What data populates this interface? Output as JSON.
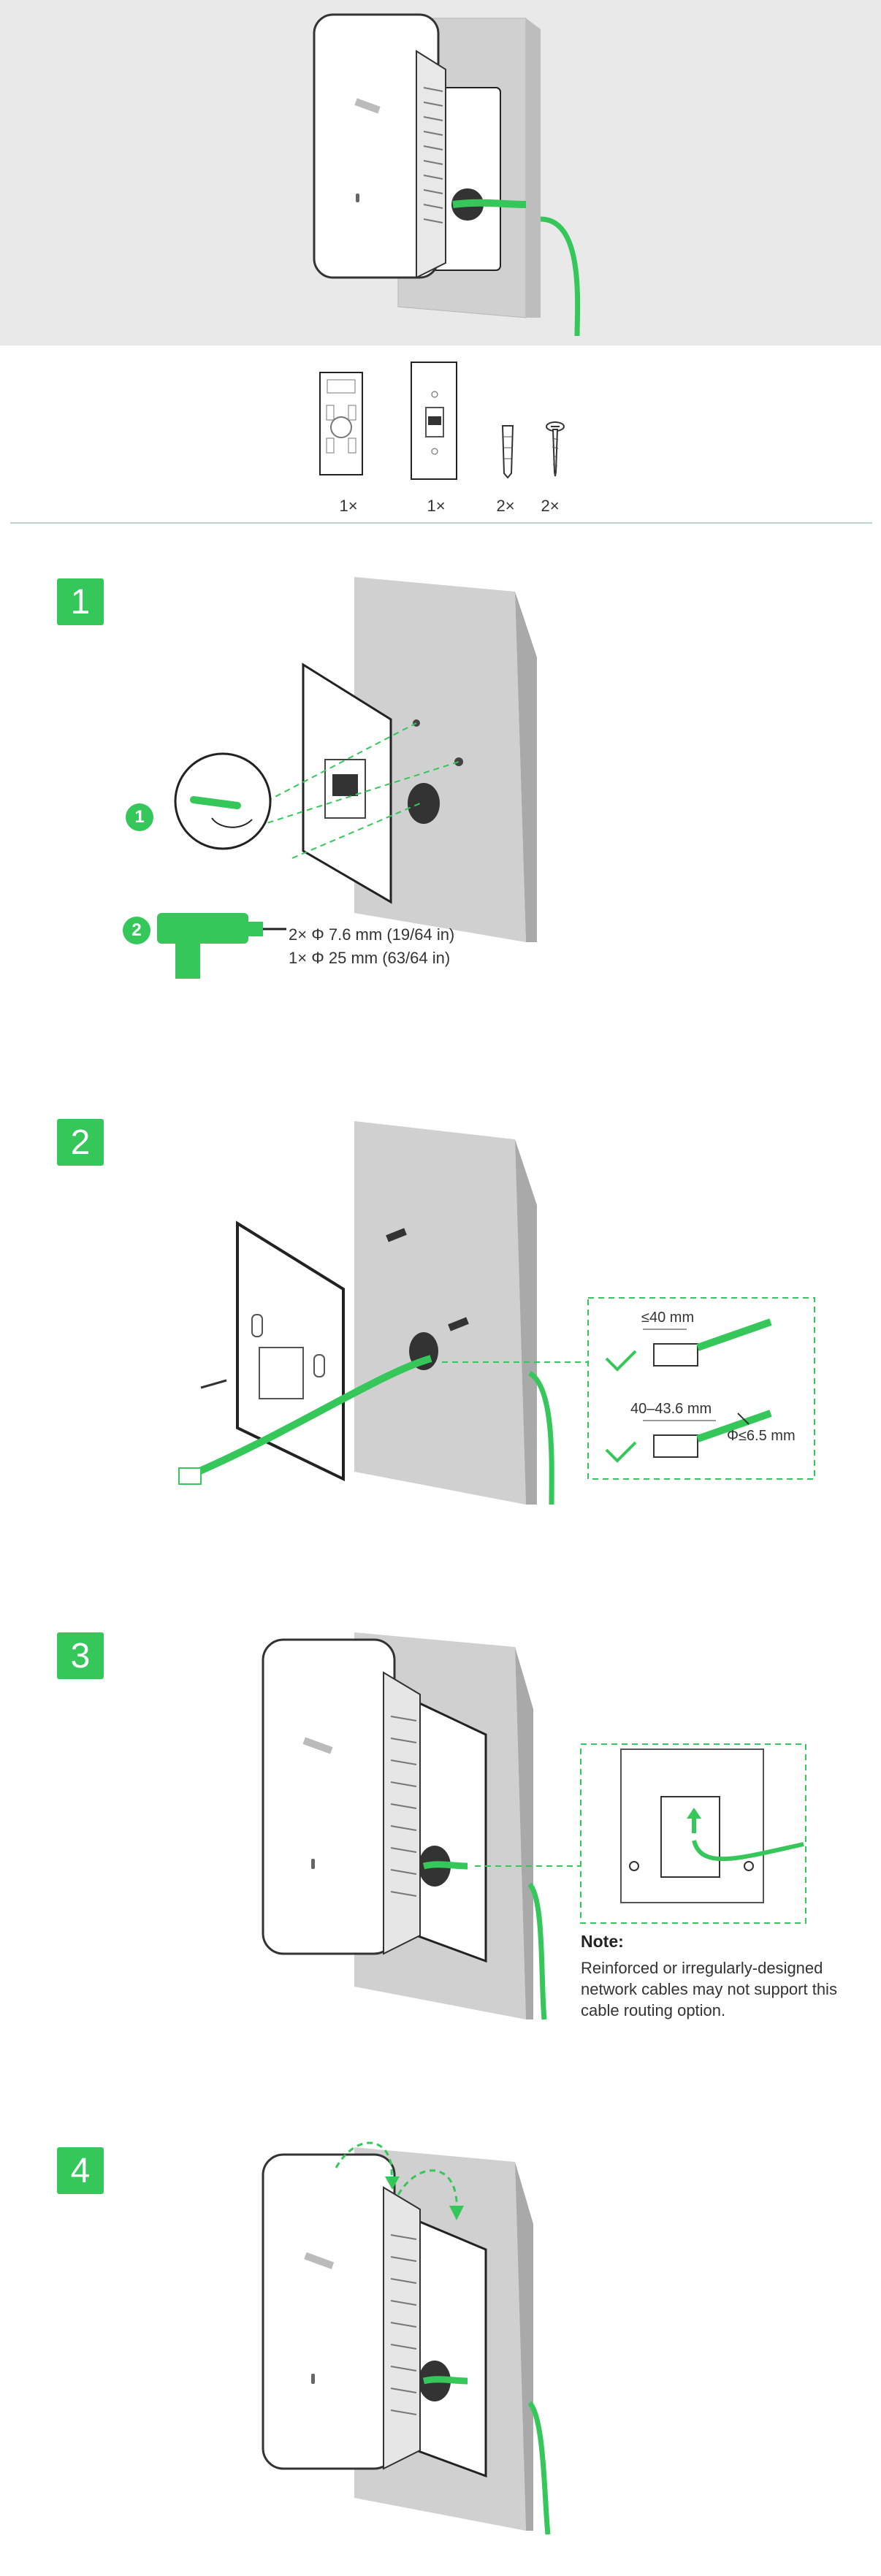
{
  "accessories": {
    "quantities": [
      "1×",
      "1×",
      "2×",
      "2×"
    ],
    "icons": [
      "mounting-bracket-icon",
      "mounting-template-icon",
      "wall-anchor-icon",
      "screw-icon"
    ]
  },
  "steps": [
    {
      "number": "1"
    },
    {
      "number": "2"
    },
    {
      "number": "3"
    },
    {
      "number": "4"
    }
  ],
  "step1": {
    "sub_steps": [
      "1",
      "2"
    ],
    "drill_lines": [
      "2× Φ 7.6 mm (19/64 in)",
      "1× Φ 25 mm (63/64 in)"
    ]
  },
  "step2": {
    "callouts": [
      "≤40 mm",
      "40–43.6 mm",
      "Φ≤6.5 mm"
    ]
  },
  "step3": {
    "note_title": "Note:",
    "note_body": "Reinforced or irregularly-designed network cables may not support this cable routing option."
  },
  "colors": {
    "accent": "#35c759",
    "hero_bg": "#e9e9e9",
    "wall": "#d0d0d0",
    "divider": "#b9d8c7"
  }
}
